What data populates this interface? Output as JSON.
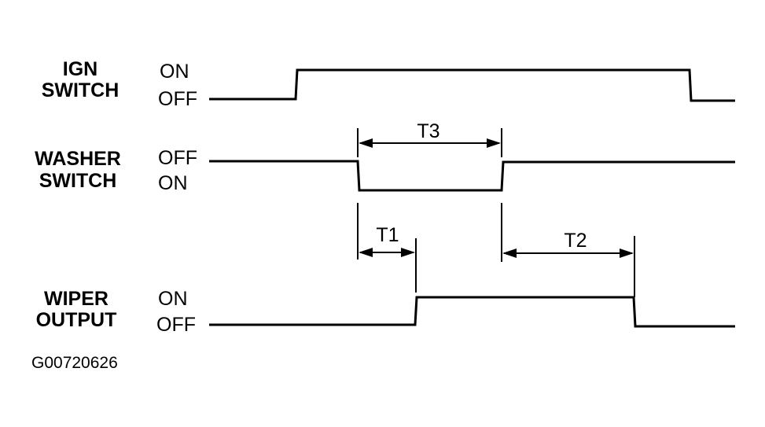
{
  "signals": [
    {
      "id": "ign",
      "name_line1": "IGN",
      "name_line2": "SWITCH",
      "top_state": "ON",
      "bottom_state": "OFF"
    },
    {
      "id": "washer",
      "name_line1": "WASHER",
      "name_line2": "SWITCH",
      "top_state": "OFF",
      "bottom_state": "ON"
    },
    {
      "id": "wiper",
      "name_line1": "WIPER",
      "name_line2": "OUTPUT",
      "top_state": "ON",
      "bottom_state": "OFF"
    }
  ],
  "intervals": {
    "t1": "T1",
    "t2": "T2",
    "t3": "T3"
  },
  "figure_id": "G00720626"
}
